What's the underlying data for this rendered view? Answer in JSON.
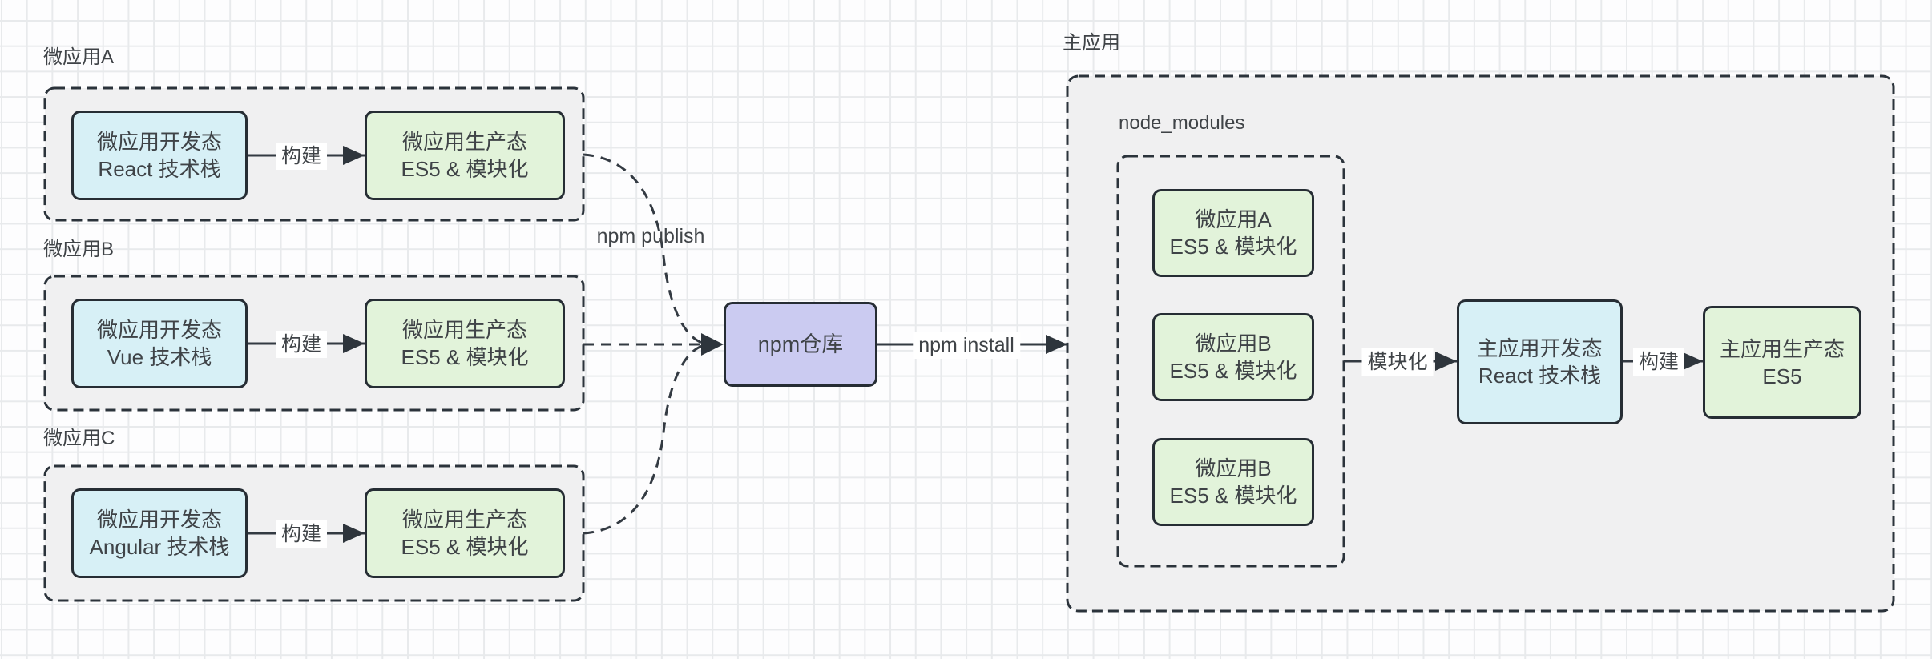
{
  "diagram": {
    "micro_apps": [
      {
        "label": "微应用A",
        "dev_line1": "微应用开发态",
        "dev_line2": "React 技术栈",
        "build_label": "构建",
        "prod_line1": "微应用生产态",
        "prod_line2": "ES5 & 模块化"
      },
      {
        "label": "微应用B",
        "dev_line1": "微应用开发态",
        "dev_line2": "Vue 技术栈",
        "build_label": "构建",
        "prod_line1": "微应用生产态",
        "prod_line2": "ES5 & 模块化"
      },
      {
        "label": "微应用C",
        "dev_line1": "微应用开发态",
        "dev_line2": "Angular 技术栈",
        "build_label": "构建",
        "prod_line1": "微应用生产态",
        "prod_line2": "ES5 & 模块化"
      }
    ],
    "publish_label": "npm publish",
    "registry_label": "npm仓库",
    "install_label": "npm install",
    "main_app": {
      "label": "主应用",
      "node_modules_label": "node_modules",
      "packages": [
        {
          "line1": "微应用A",
          "line2": "ES5 & 模块化"
        },
        {
          "line1": "微应用B",
          "line2": "ES5 & 模块化"
        },
        {
          "line1": "微应用B",
          "line2": "ES5 & 模块化"
        }
      ],
      "modularize_label": "模块化",
      "dev_line1": "主应用开发态",
      "dev_line2": "React 技术栈",
      "build_label": "构建",
      "prod_line1": "主应用生产态",
      "prod_line2": "ES5"
    },
    "colors": {
      "dev_fill": "#d7f0f6",
      "prod_fill": "#e2f3da",
      "registry_fill": "#cbcbf1",
      "container_fill": "#f0f0f1",
      "stroke": "#2b333b",
      "text": "#3f4347",
      "grid_line": "#e8eaec",
      "canvas_bg": "#fdfdfe"
    }
  }
}
